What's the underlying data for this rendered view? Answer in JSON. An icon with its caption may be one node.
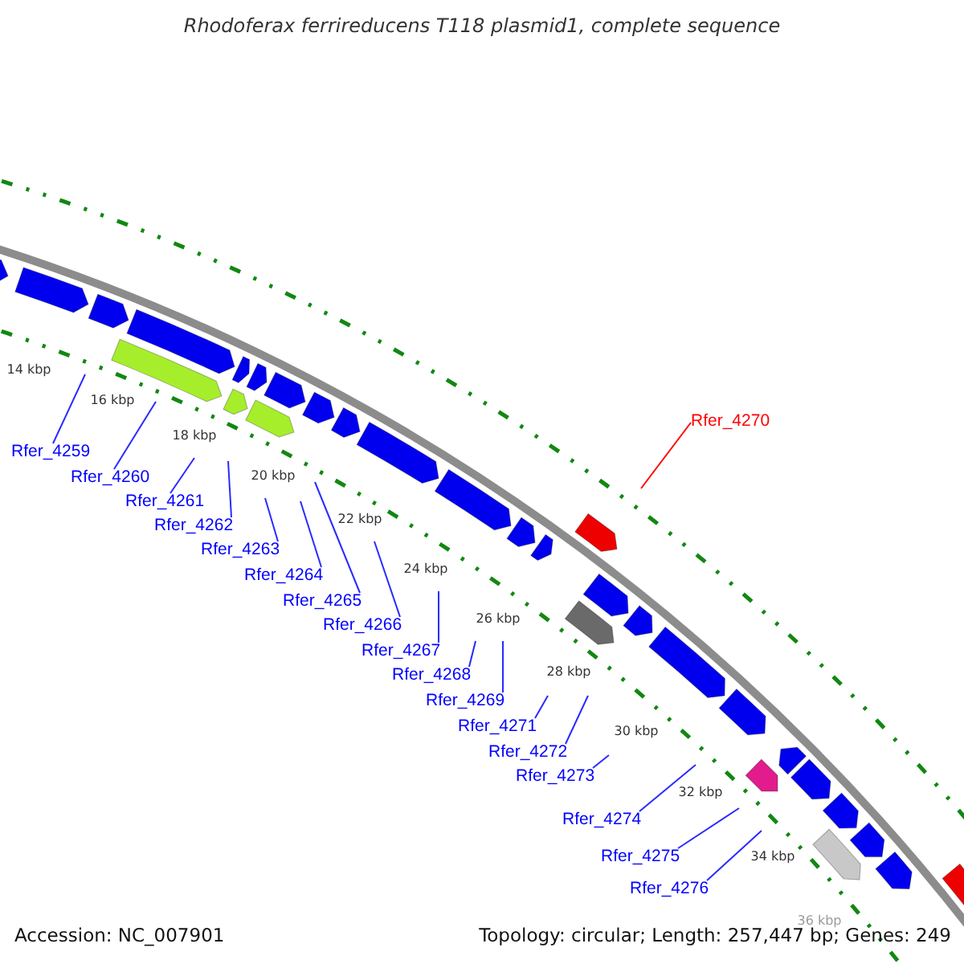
{
  "diagram": {
    "title": "Rhodoferax ferrireducens T118 plasmid1, complete sequence",
    "nodes": [
      {
        "text": [
          "Rfer_4270"
        ]
      },
      {
        "text": [
          "Rfer_4259"
        ]
      },
      {
        "text": [
          "Rfer_4260"
        ]
      },
      {
        "text": [
          "Rfer_4261"
        ]
      },
      {
        "text": [
          "Rfer_4262"
        ]
      },
      {
        "text": [
          "Rfer_4263"
        ]
      },
      {
        "text": [
          "Rfer_4264"
        ]
      },
      {
        "text": [
          "Rfer_4265"
        ]
      },
      {
        "text": [
          "Rfer_4266"
        ]
      },
      {
        "text": [
          "Rfer_4267"
        ]
      },
      {
        "text": [
          "Rfer_4268"
        ]
      },
      {
        "text": [
          "Rfer_4269"
        ]
      },
      {
        "text": [
          "Rfer_4271"
        ]
      },
      {
        "text": [
          "Rfer_4272"
        ]
      },
      {
        "text": [
          "Rfer_4273"
        ]
      },
      {
        "text": [
          "Rfer_4274"
        ]
      },
      {
        "text": [
          "Rfer_4275"
        ]
      },
      {
        "text": [
          "Rfer_4276"
        ]
      }
    ],
    "edges": [
      {
        "from": 0,
        "to": null,
        "arrow": "none",
        "color": "#ff0000"
      },
      {
        "from": 1,
        "to": null,
        "arrow": "none"
      },
      {
        "from": 2,
        "to": null,
        "arrow": "none"
      },
      {
        "from": 3,
        "to": null,
        "arrow": "none"
      },
      {
        "from": 4,
        "to": null,
        "arrow": "none"
      },
      {
        "from": 5,
        "to": null,
        "arrow": "none"
      },
      {
        "from": 6,
        "to": null,
        "arrow": "none"
      },
      {
        "from": 7,
        "to": null,
        "arrow": "none"
      },
      {
        "from": 8,
        "to": null,
        "arrow": "none"
      },
      {
        "from": 9,
        "to": null,
        "arrow": "none"
      },
      {
        "from": 10,
        "to": null,
        "arrow": "none"
      },
      {
        "from": 11,
        "to": null,
        "arrow": "none"
      },
      {
        "from": 12,
        "to": null,
        "arrow": "none"
      },
      {
        "from": 13,
        "to": null,
        "arrow": "none"
      },
      {
        "from": 14,
        "to": null,
        "arrow": "none"
      },
      {
        "from": 15,
        "to": null,
        "arrow": "none"
      },
      {
        "from": 16,
        "to": null,
        "arrow": "none"
      },
      {
        "from": 17,
        "to": null,
        "arrow": "none"
      }
    ],
    "labels": [
      "14 kbp",
      "16 kbp",
      "18 kbp",
      "20 kbp",
      "22 kbp",
      "24 kbp",
      "26 kbp",
      "28 kbp",
      "30 kbp",
      "32 kbp",
      "34 kbp",
      "36 kbp",
      "Accession: NC_007901",
      "Topology: circular; Length: 257,447 bp; Genes: 249"
    ]
  }
}
